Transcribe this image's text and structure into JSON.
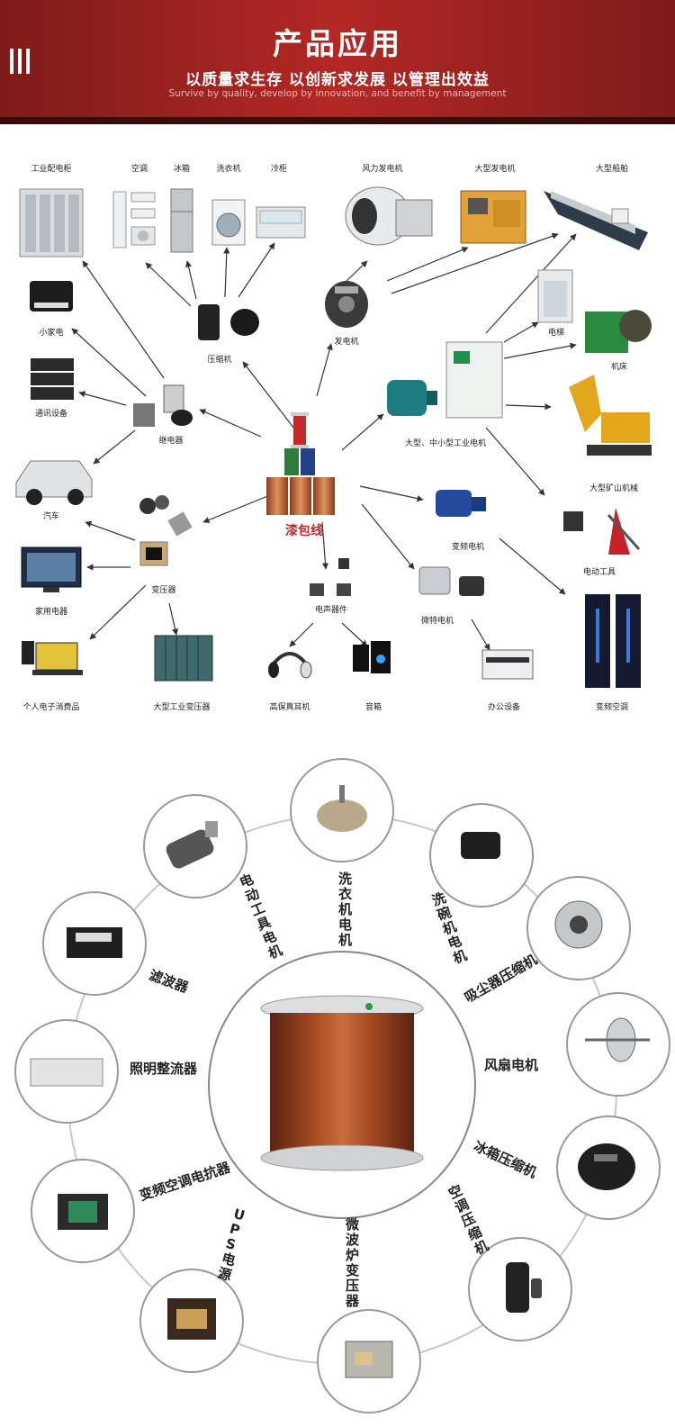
{
  "header": {
    "title": "产品应用",
    "subtitle": "以质量求生存  以创新求发展  以管理出效益",
    "english": "Survive by quality, develop by innovation, and benefit by management"
  },
  "applications_map": {
    "center_label": "漆包线",
    "labels": {
      "industrial_cabinet": "工业配电柜",
      "air_conditioner": "空调",
      "refrigerator": "冰箱",
      "washing_machine": "洗衣机",
      "freezer": "冷柜",
      "wind_generator": "风力发电机",
      "large_generator": "大型发电机",
      "large_ship": "大型船舶",
      "small_appliance": "小家电",
      "compressor": "压缩机",
      "generator": "发电机",
      "elevator": "电梯",
      "machine_tool": "机床",
      "communication": "通讯设备",
      "relay": "继电器",
      "industrial_motor": "大型、中小型工业电机",
      "car": "汽车",
      "mining_machinery": "大型矿山机械",
      "inverter_motor": "变频电机",
      "power_tools": "电动工具",
      "household_appliance": "家用电器",
      "transformer": "变压器",
      "acoustic_device": "电声器件",
      "micro_motor": "微特电机",
      "personal_electronics": "个人电子消费品",
      "large_transformer": "大型工业变压器",
      "hifi_headphones": "高保真耳机",
      "speakers": "音箱",
      "office_equipment": "办公设备",
      "inverter_ac": "变频空调"
    }
  },
  "wire_uses": {
    "items": [
      "洗衣机电机",
      "洗碗机电机",
      "吸尘器压缩机",
      "风扇电机",
      "冰箱压缩机",
      "空调压缩机",
      "微波炉变压器",
      "UPS电源",
      "变频空调电抗器",
      "照明整流器",
      "滤波器",
      "电动工具电机"
    ]
  },
  "colors": {
    "banner": "#b42825",
    "banner_dark": "#7e1b1a",
    "center_label": "#c0282d",
    "copper": "#b8643a"
  }
}
